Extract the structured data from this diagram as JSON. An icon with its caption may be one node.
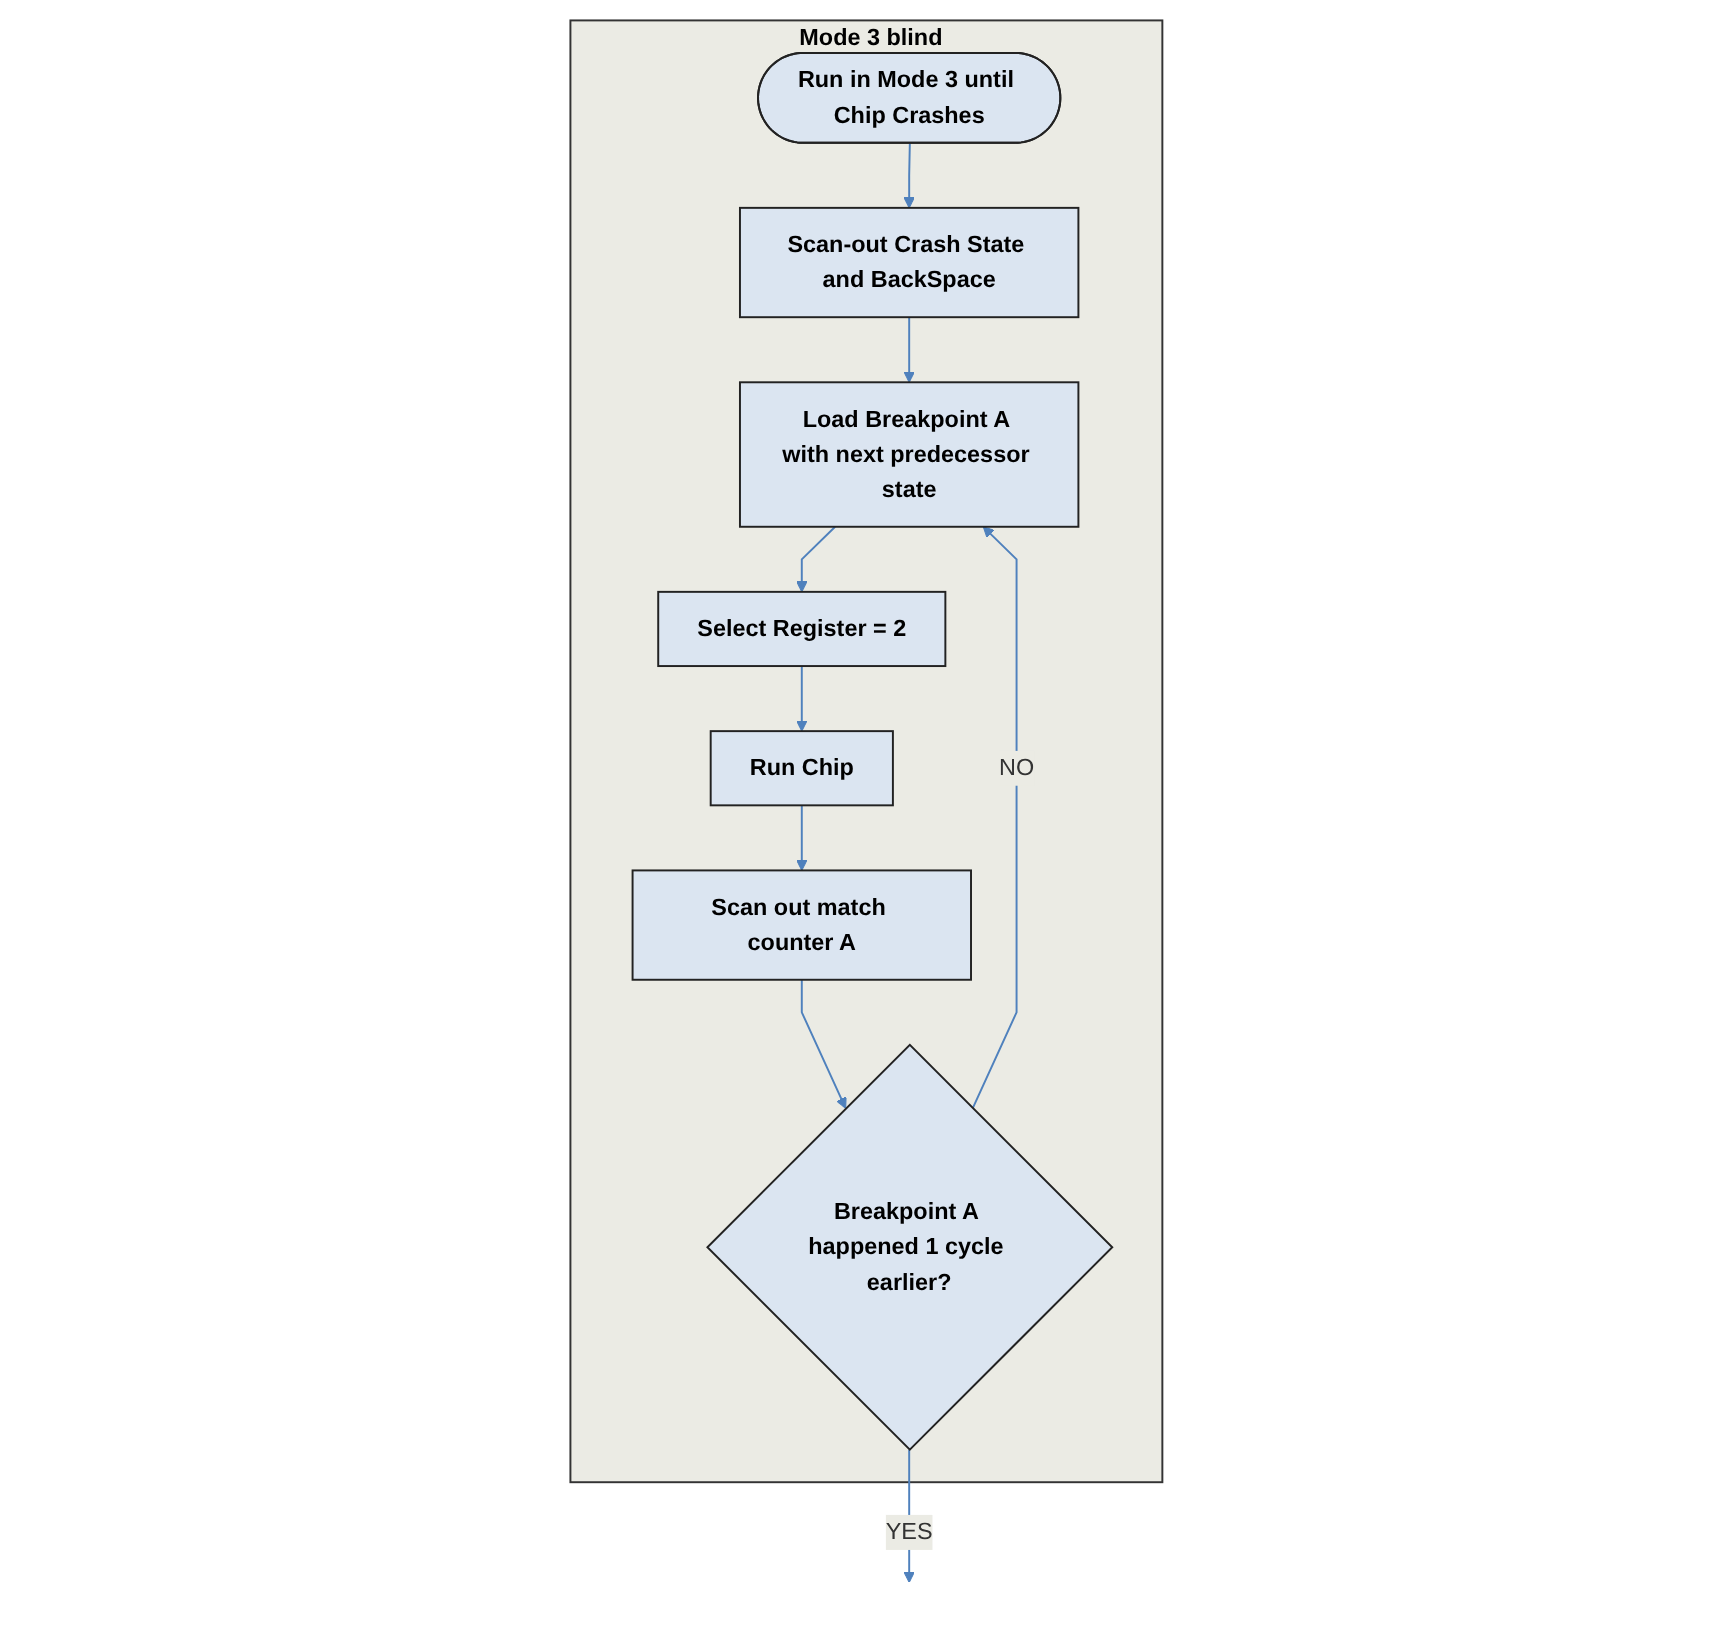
{
  "diagram": {
    "nodes": [
      {
        "text": [
          "Mode 3 blind"
        ]
      },
      {
        "text": [
          "Run in Mode 3 until Chip Crashes"
        ],
        "in": 0
      },
      {
        "text": [
          "Scan-out Crash State and BackSpace"
        ],
        "in": 0
      },
      {
        "text": [
          "Load Breakpoint A with next predecessor state"
        ],
        "in": 0
      },
      {
        "text": [
          "Select Register = 2"
        ],
        "in": 0
      },
      {
        "text": [
          "Run Chip"
        ],
        "in": 0
      },
      {
        "text": [
          "Scan out match counter A"
        ],
        "in": 0
      },
      {
        "text": [
          "Breakpoint A happened 1 cycle earlier?"
        ],
        "in": 0
      }
    ],
    "edges": [
      {
        "from": 1,
        "to": 2,
        "arrow": "to"
      },
      {
        "from": 2,
        "to": 3,
        "arrow": "to"
      },
      {
        "from": 3,
        "to": 4,
        "arrow": "to"
      },
      {
        "from": 4,
        "to": 5,
        "arrow": "to"
      },
      {
        "from": 5,
        "to": 6,
        "arrow": "to"
      },
      {
        "from": 6,
        "to": 7,
        "arrow": "to"
      },
      {
        "from": 7,
        "to": 3,
        "arrow": "to",
        "label": "NO"
      },
      {
        "from": 7,
        "to": null,
        "arrow": "to",
        "label": "YES"
      }
    ]
  }
}
